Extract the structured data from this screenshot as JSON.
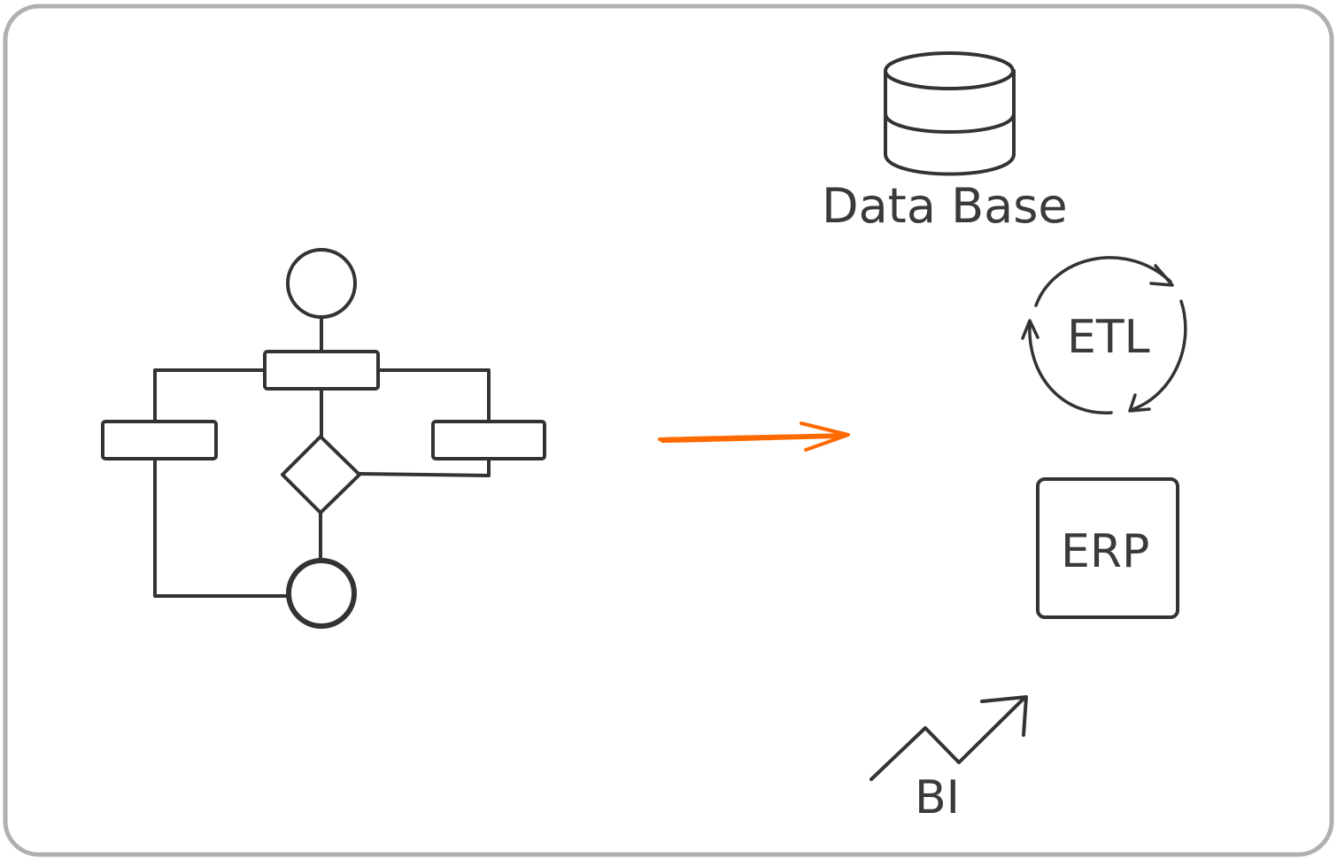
{
  "labels": {
    "database": "Data Base",
    "etl": "ETL",
    "erp": "ERP",
    "bi": "BI"
  },
  "colors": {
    "frame": "#b0b0b0",
    "stroke": "#333333",
    "arrow": "#ff6a00",
    "text": "#3a3a3a"
  },
  "icons": {
    "flowchart": "flowchart-icon",
    "arrow": "arrow-right-icon",
    "database": "database-icon",
    "etl": "cycle-arrows-icon",
    "erp": "square-box-icon",
    "bi": "trend-up-icon"
  }
}
